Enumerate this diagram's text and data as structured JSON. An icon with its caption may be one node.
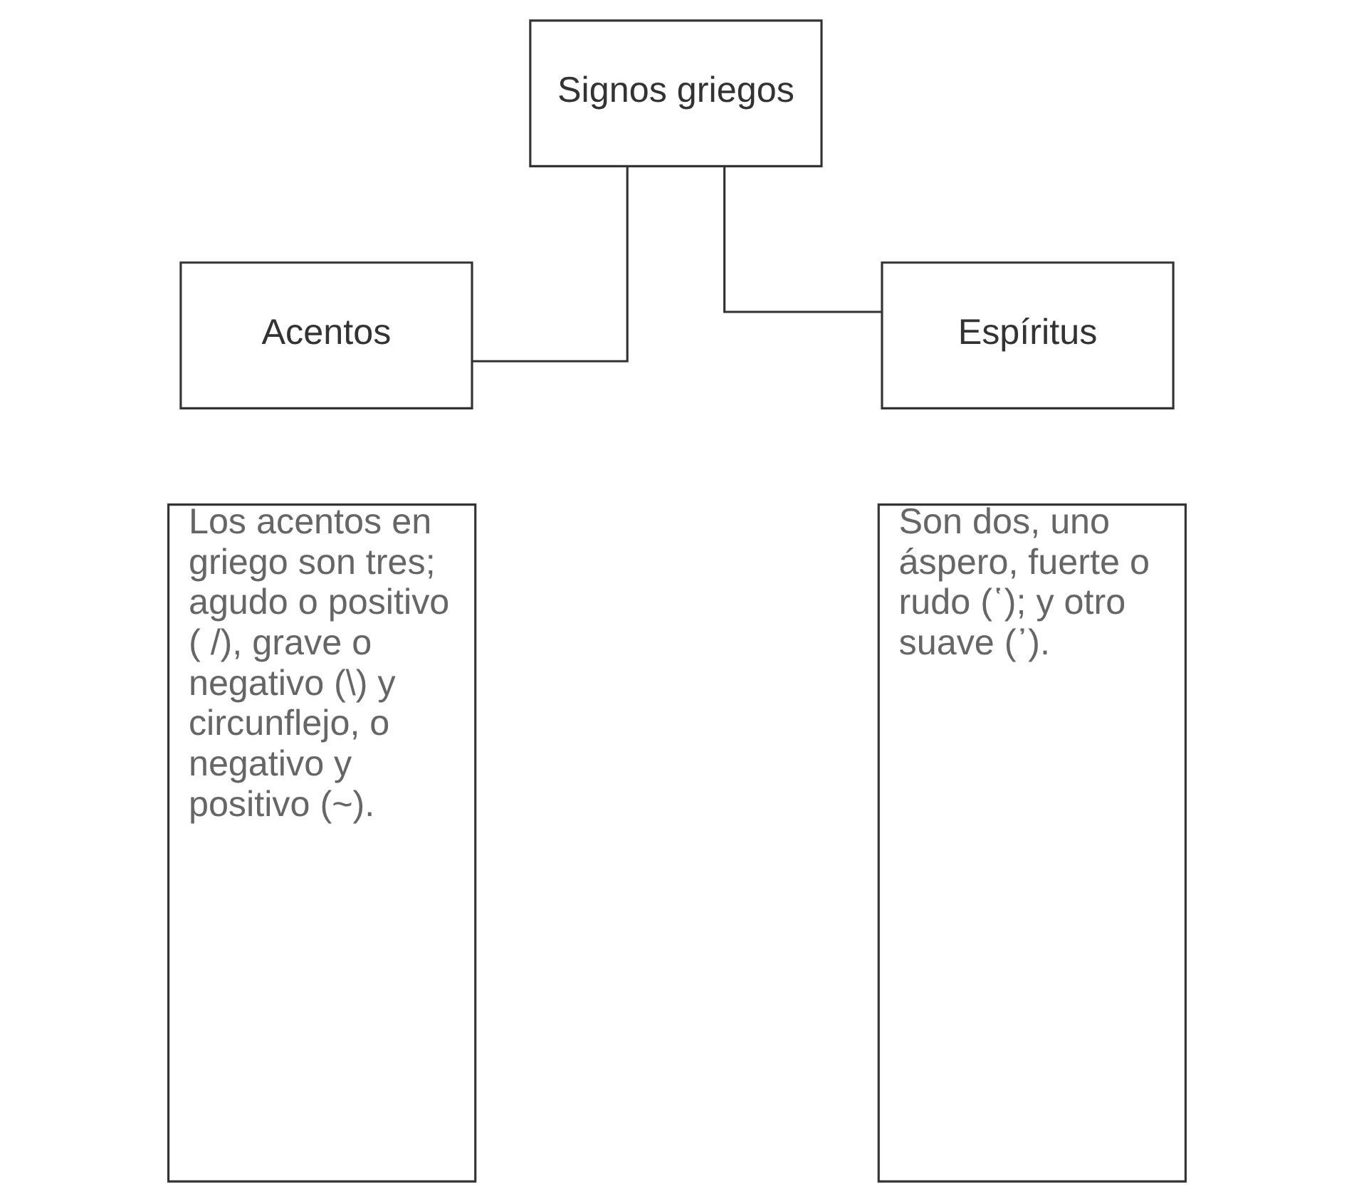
{
  "diagram": {
    "nodes": [
      {
        "text": [
          "Signos griegos"
        ]
      },
      {
        "text": [
          "Acentos"
        ]
      },
      {
        "text": [
          "Espíritus"
        ]
      },
      {
        "text": [
          "Los acentos en griego son tres; agudo o positivo ( /), grave o negativo (\\) y circunflejo, o negativo y positivo (~)."
        ]
      },
      {
        "text": [
          "Son dos, uno áspero, fuerte o rudo (῾); y otro suave (᾿)."
        ]
      }
    ],
    "edges": [
      {
        "from": 0,
        "to": 1,
        "arrow": "none"
      },
      {
        "from": 0,
        "to": 2,
        "arrow": "none"
      }
    ]
  }
}
